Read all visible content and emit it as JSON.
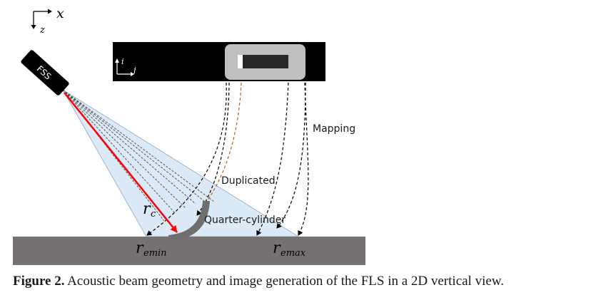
{
  "diagram": {
    "axes_labels": {
      "x": "x",
      "z": "z",
      "i": "i",
      "j": "j"
    },
    "sensor_label": "FSS",
    "labels": {
      "mapping": "Mapping",
      "duplicated": "Duplicated",
      "quarter_cylinder": "Quarter-cylinder",
      "r_c_main": "r",
      "r_c_sub": "c",
      "r_emin_main": "r",
      "r_emin_sub": "emin",
      "r_emax_main": "r",
      "r_emax_sub": "emax"
    },
    "colors": {
      "beam_fill": "#dce9f7",
      "seabed": "#767171",
      "image_panel": "#000000",
      "image_window": "#bfbfbf",
      "range_arrow": "#ff0000",
      "duplicated_line": "#c55a11",
      "cylinder": "#6f6f6f"
    }
  },
  "caption": {
    "figure_label": "Figure 2.",
    "text": " Acoustic beam geometry and image generation of the FLS in a 2D vertical view."
  }
}
